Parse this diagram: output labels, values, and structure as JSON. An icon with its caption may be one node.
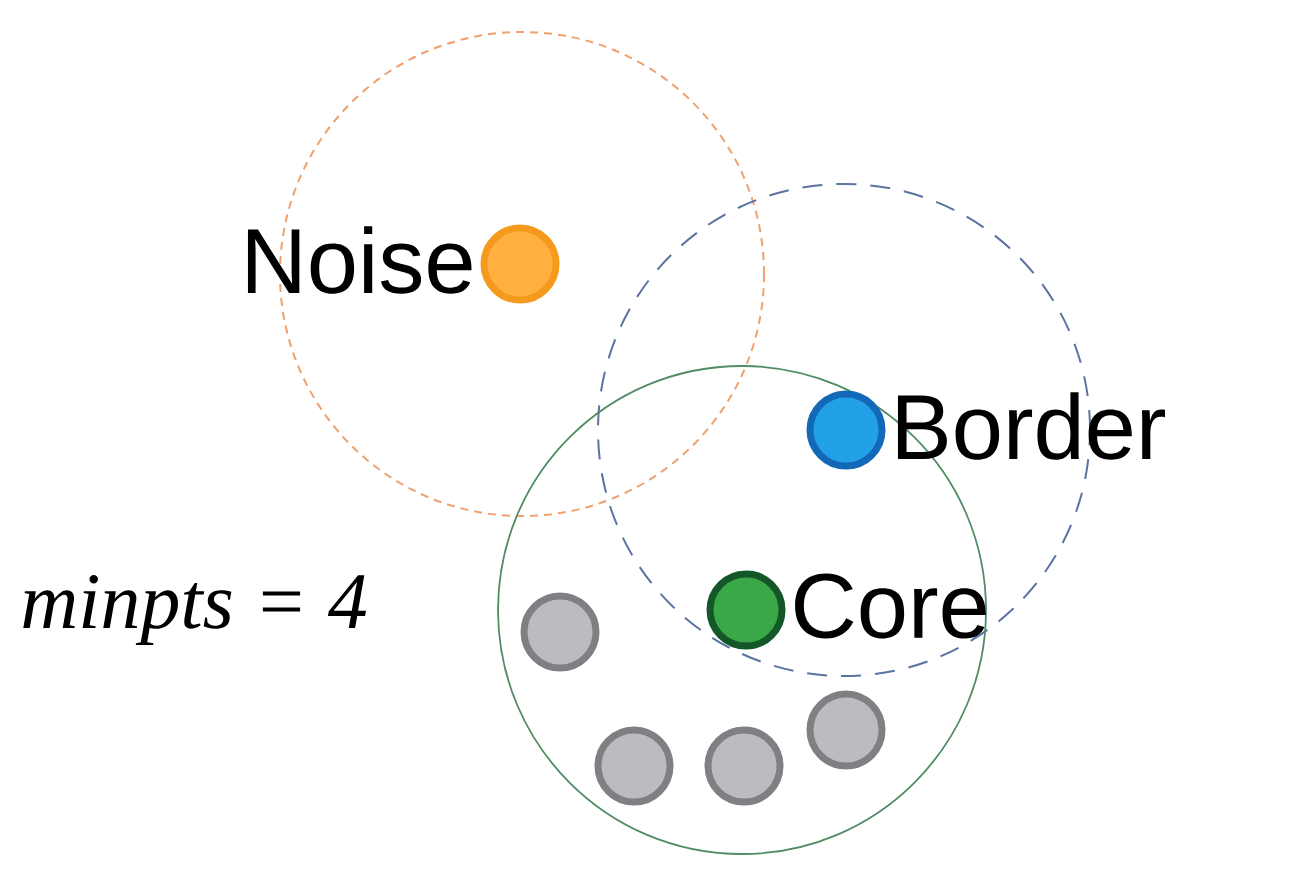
{
  "diagram": {
    "nodes": [
      {
        "text": [],
        "shape": "circle",
        "beside": [
          "Noise"
        ]
      },
      {
        "text": [],
        "shape": "circle",
        "beside": [
          "Border"
        ]
      },
      {
        "text": [],
        "shape": "circle",
        "beside": [
          "Core"
        ]
      },
      {
        "text": [],
        "shape": "circle"
      },
      {
        "text": [],
        "shape": "circle"
      },
      {
        "text": [],
        "shape": "circle"
      },
      {
        "text": [],
        "shape": "circle"
      }
    ],
    "labels": [
      "minpts = 4"
    ]
  }
}
